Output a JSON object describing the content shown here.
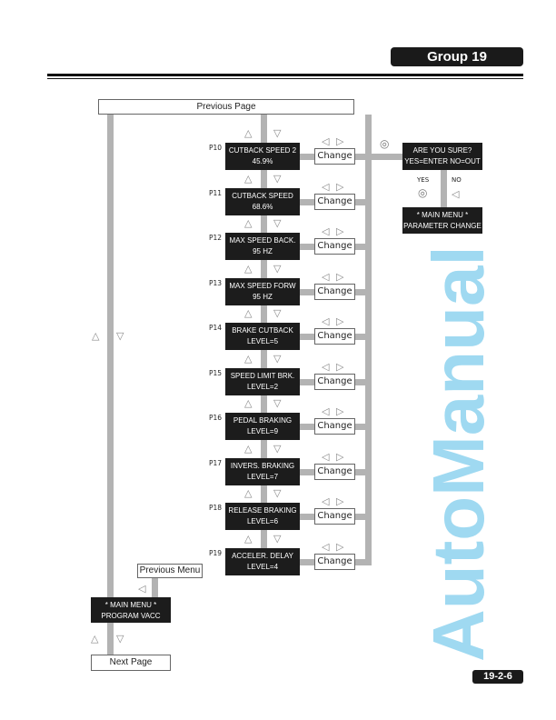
{
  "header": {
    "group": "Group 19"
  },
  "footer": {
    "page": "19-2-6"
  },
  "nav": {
    "previous_page": "Previous Page",
    "next_page": "Next Page",
    "previous_menu": "Previous Menu"
  },
  "main_menu_program": {
    "line1": "* MAIN  MENU *",
    "line2": "PROGRAM  VACC"
  },
  "confirm": {
    "line1": "ARE  YOU  SURE?",
    "line2": "YES=ENTER  NO=OUT",
    "yes": "YES",
    "no": "NO"
  },
  "main_menu_param": {
    "line1": "* MAIN  MENU *",
    "line2": "PARAMETER CHANGE"
  },
  "change_label": "Change",
  "rows": [
    {
      "id": "P10",
      "name": "CUTBACK SPEED 2",
      "value": "45.9%"
    },
    {
      "id": "P11",
      "name": "CUTBACK SPEED",
      "value": "68.6%"
    },
    {
      "id": "P12",
      "name": "MAX SPEED BACK.",
      "value": "95 HZ"
    },
    {
      "id": "P13",
      "name": "MAX SPEED FORW",
      "value": "95 HZ"
    },
    {
      "id": "P14",
      "name": "BRAKE CUTBACK",
      "value": "LEVEL=5"
    },
    {
      "id": "P15",
      "name": "SPEED LIMIT BRK.",
      "value": "LEVEL=2"
    },
    {
      "id": "P16",
      "name": "PEDAL BRAKING",
      "value": "LEVEL=9"
    },
    {
      "id": "P17",
      "name": "INVERS. BRAKING",
      "value": "LEVEL=7"
    },
    {
      "id": "P18",
      "name": "RELEASE BRAKING",
      "value": "LEVEL=6"
    },
    {
      "id": "P19",
      "name": "ACCELER. DELAY",
      "value": "LEVEL=4"
    }
  ],
  "watermark": "AutoManual"
}
